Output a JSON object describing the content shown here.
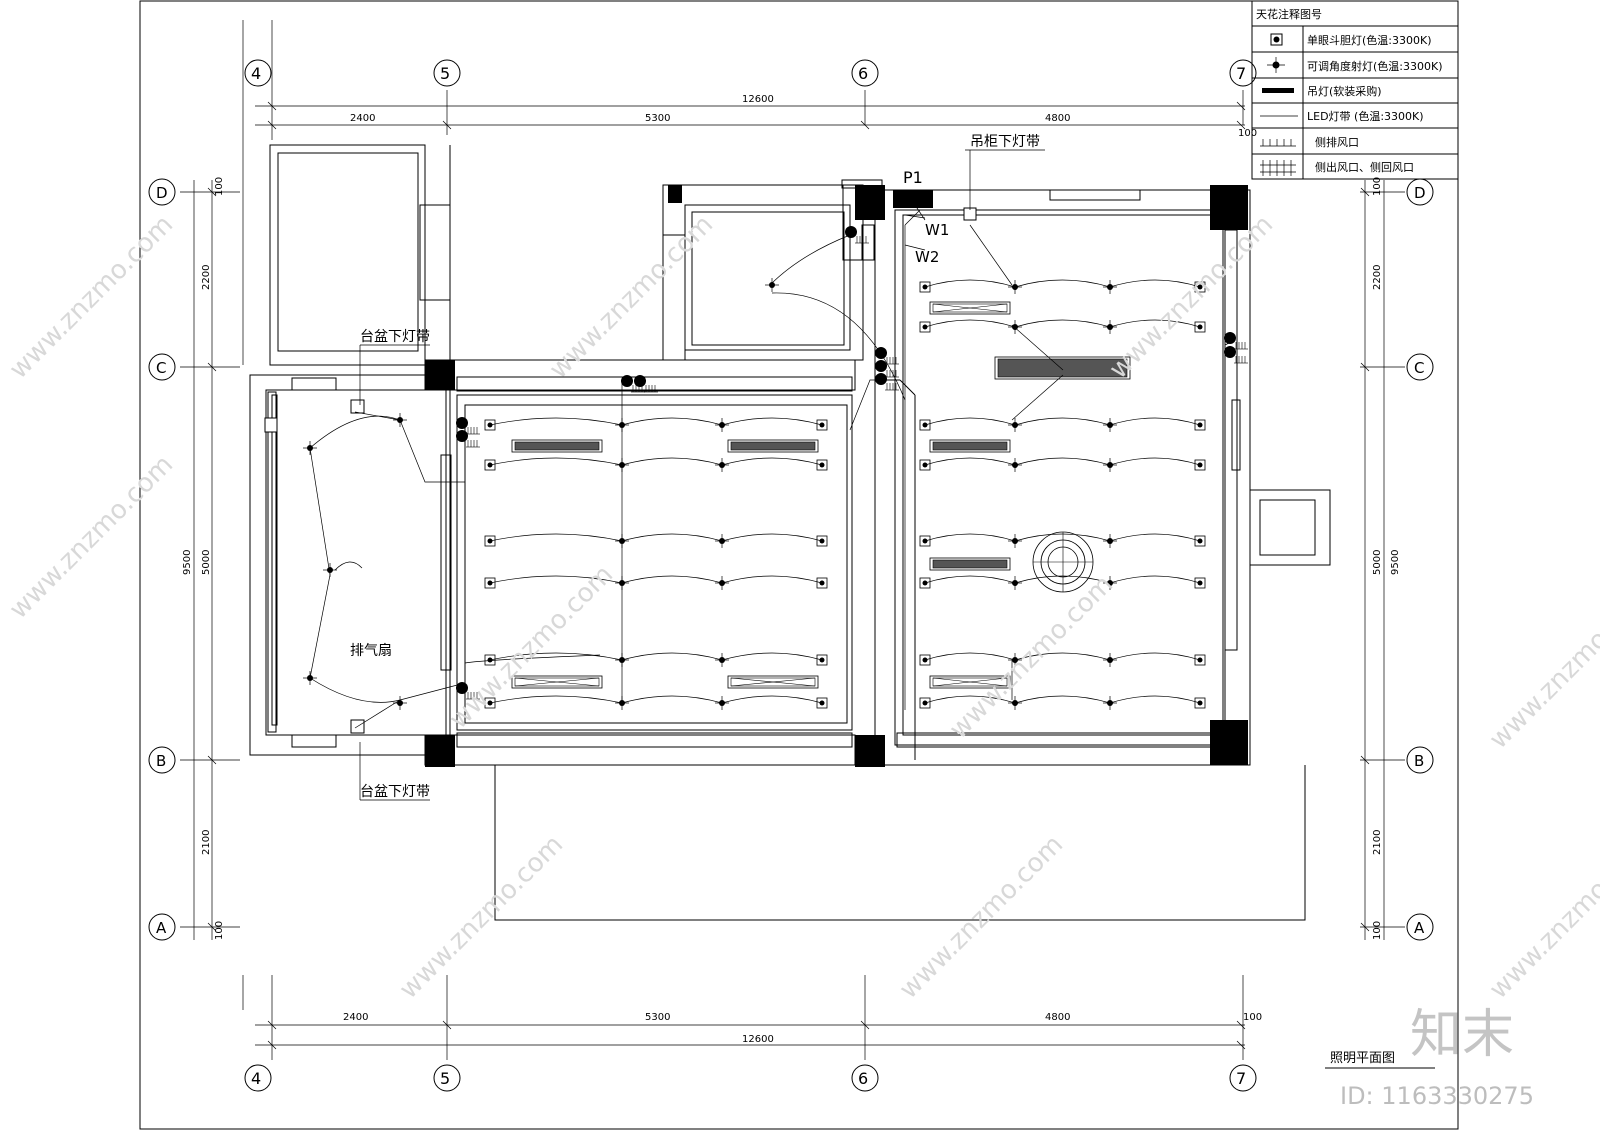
{
  "axes": {
    "columns": [
      "4",
      "5",
      "6",
      "7"
    ],
    "rows": [
      "D",
      "C",
      "B",
      "A"
    ]
  },
  "dimensions": {
    "top_segments": [
      "2400",
      "5300",
      "4800",
      "100"
    ],
    "top_total": "12600",
    "bottom_segments": [
      "2400",
      "5300",
      "4800",
      "100"
    ],
    "bottom_total": "12600",
    "left_segments": [
      "100",
      "2200",
      "5000",
      "2100",
      "100"
    ],
    "left_total": "9500",
    "right_segments": [
      "100",
      "2200",
      "5000",
      "2100",
      "100"
    ],
    "right_total": "9500"
  },
  "legend": {
    "title": "天花注释图号",
    "items": [
      {
        "icon": "downlight-icon",
        "label": "单眼斗胆灯(色温:3300K)"
      },
      {
        "icon": "spotlight-icon",
        "label": "可调角度射灯(色温:3300K)"
      },
      {
        "icon": "pendant-icon",
        "label": "吊灯(软装采购)"
      },
      {
        "icon": "led-strip-icon",
        "label": "LED灯带 (色温:3300K)"
      },
      {
        "icon": "side-exhaust-icon",
        "label": "侧排风口"
      },
      {
        "icon": "side-supply-icon",
        "label": "侧出风口、侧回风口"
      }
    ]
  },
  "annotations": {
    "basin_strip_top": "台盆下灯带",
    "basin_strip_bottom": "台盆下灯带",
    "exhaust_fan": "排气扇",
    "cabinet_strip": "吊柜下灯带",
    "panel": "P1",
    "circuit_1": "W1",
    "circuit_2": "W2"
  },
  "drawing_title": "照明平面图",
  "watermark": {
    "text": "www.znzmo.com",
    "logo": "知末",
    "id": "ID: 1163330275"
  }
}
